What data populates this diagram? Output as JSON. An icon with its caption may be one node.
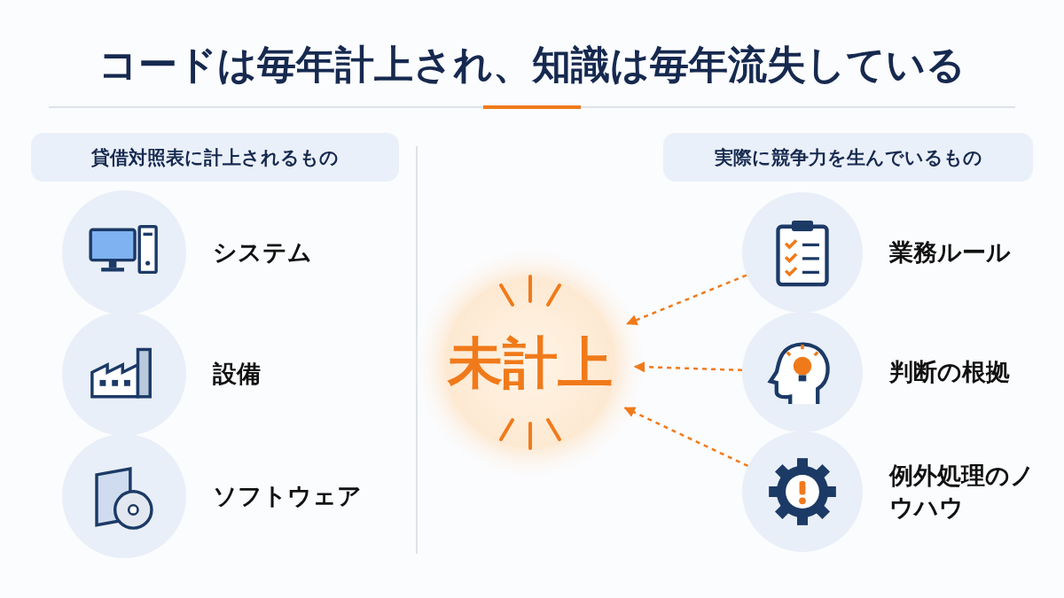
{
  "diagram": {
    "title": "コードは**毎年計上**され、知識は**毎年流失**している",
    "nodes": [
      {
        "text": [
          "貸借対照表に計上されるもの"
        ]
      },
      {
        "text": [
          "システム"
        ]
      },
      {
        "text": [
          "設備"
        ]
      },
      {
        "text": [
          "ソフトウェア"
        ]
      },
      {
        "text": [
          "実際に競争力を生んでいるもの"
        ]
      },
      {
        "text": [
          "未計上"
        ]
      },
      {
        "text": [
          "業務ルール"
        ]
      },
      {
        "text": [
          "判断の根拠"
        ]
      },
      {
        "text": [
          "例外処理のノウハウ"
        ]
      }
    ],
    "edges": [
      {
        "from": 6,
        "to": 5,
        "arrow": "to",
        "style": "dashed"
      },
      {
        "from": 7,
        "to": 5,
        "arrow": "to",
        "style": "dashed"
      },
      {
        "from": 8,
        "to": 5,
        "arrow": "to",
        "style": "dashed"
      }
    ]
  }
}
